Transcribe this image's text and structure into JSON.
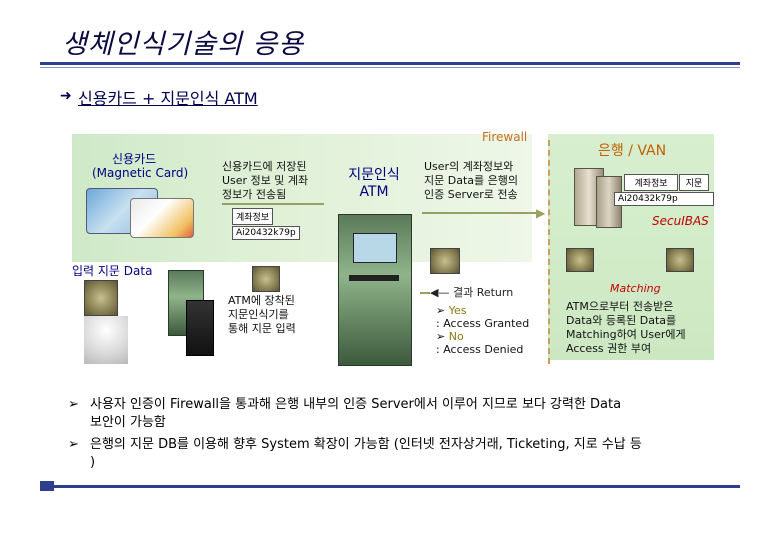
{
  "title": "생체인식기술의 응용",
  "subtitle": "신용카드 + 지문인식 ATM",
  "diagram": {
    "card_title": "신용카드",
    "card_sub": "(Magnetic Card)",
    "card_desc": [
      "신용카드에 저장된",
      "User 정보 및 계좌",
      "정보가 전송됨"
    ],
    "account_tag": "계좌정보",
    "account_id": "Ai20432k79p",
    "atm_label": [
      "지문인식",
      "ATM"
    ],
    "transfer_desc": [
      "User의 계좌정보와",
      "지문 Data를 은행의",
      "인증 Server로 전송"
    ],
    "firewall": "Firewall",
    "bank": "은행 / VAN",
    "bank_tag1": "계좌정보",
    "bank_tag2": "지문",
    "bank_id": "Ai20432k79p",
    "secuibas": "SecuIBAS",
    "input_fp": "입력 지문 Data",
    "atm_desc": [
      "ATM에 장착된",
      "지문인식기를",
      "통해 지문 입력"
    ],
    "result_return": "결과 Return",
    "matching": "Matching",
    "result_items": [
      "Yes",
      ": Access Granted",
      "No",
      ": Access Denied"
    ],
    "bank_desc": [
      "ATM으로부터 전송받은",
      "Data와 등록된 Data를",
      "Matching하여 User에게",
      "Access 권한 부여"
    ]
  },
  "bullets": [
    [
      "사용자 인증이 Firewall을 통과해 은행 내부의 인증 Server에서 이루어 지므로 보다 강력한 Data",
      "보안이 가능함"
    ],
    [
      "은행의 지문 DB를 이용해 향후 System 확장이 가능함 (인터넷 전자상거래, Ticketing, 지로 수납 등",
      ")"
    ]
  ],
  "colors": {
    "title_rule": "#2f3f8f",
    "firewall": "#c87020",
    "bank_label": "#c06000",
    "matching": "#c00000",
    "secuibas": "#c00000",
    "panel": "#d8efcf"
  }
}
